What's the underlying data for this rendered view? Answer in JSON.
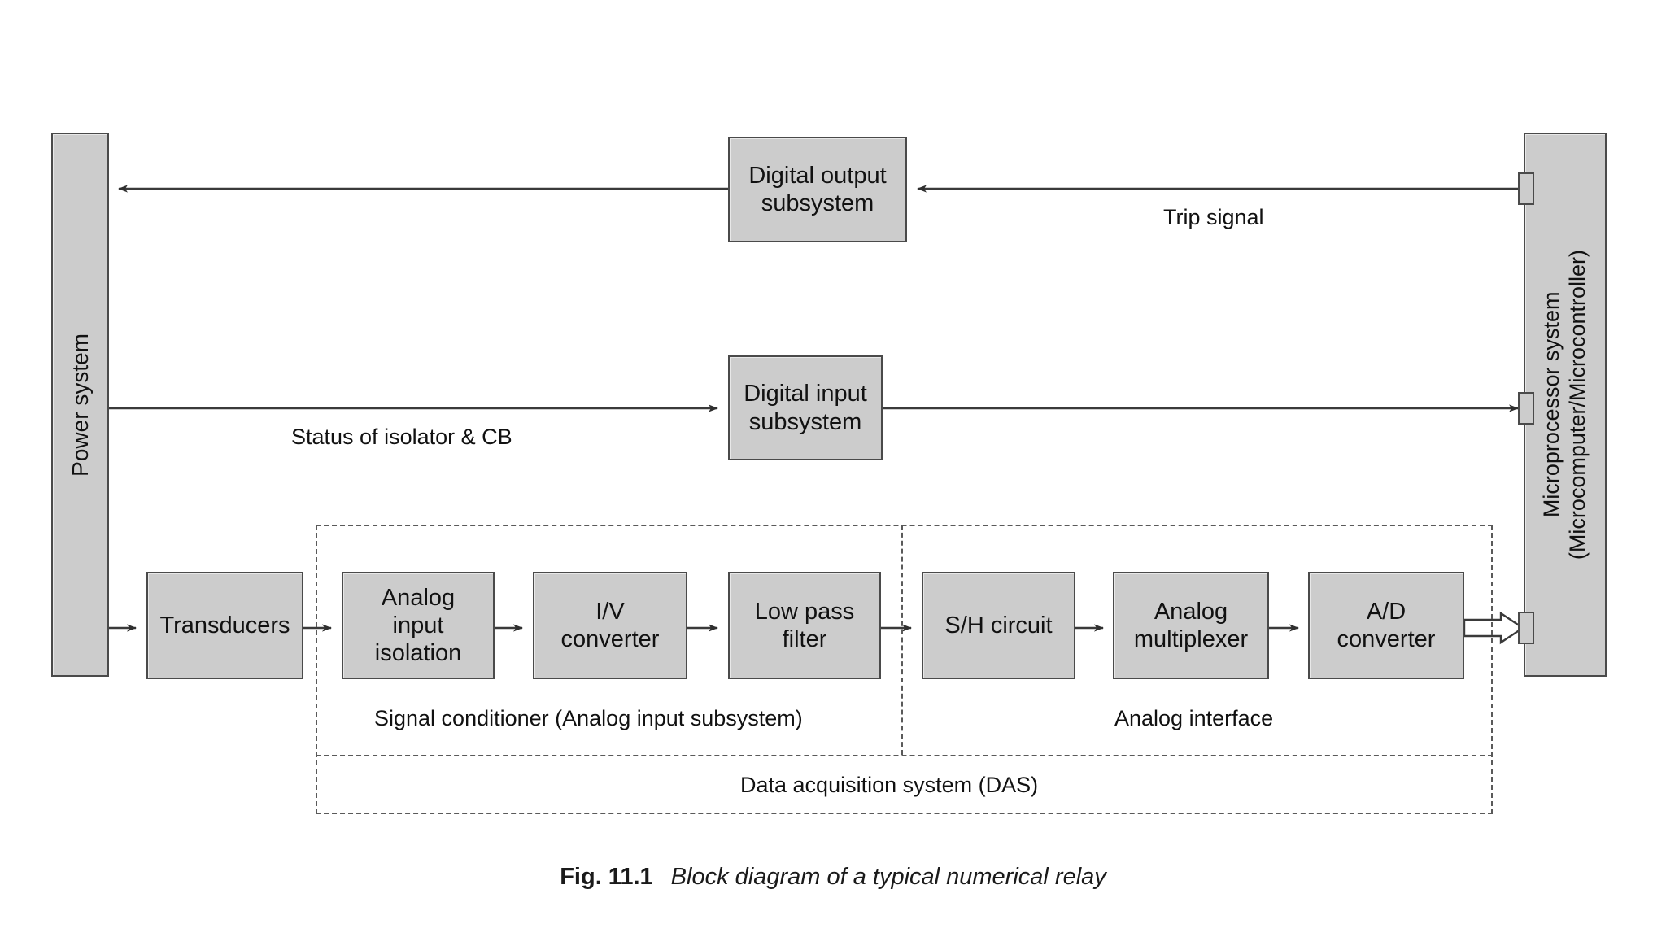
{
  "figure": {
    "number": "Fig. 11.1",
    "caption": "Block diagram of a typical numerical relay"
  },
  "colors": {
    "block_fill": "#cccccc",
    "block_border": "#4a4a4a",
    "line": "#3a3a3a",
    "dashed": "#5a5a5a",
    "background": "#ffffff"
  },
  "blocks": {
    "power_system": "Power system",
    "microprocessor": "Microprocessor system\n(Microcomputer/Microcontroller)",
    "digital_output": "Digital output\nsubsystem",
    "digital_input": "Digital input\nsubsystem",
    "transducers": "Transducers",
    "analog_input_isolation": "Analog\ninput\nisolation",
    "iv_converter": "I/V\nconverter",
    "low_pass_filter": "Low pass\nfilter",
    "sh_circuit": "S/H circuit",
    "analog_multiplexer": "Analog\nmultiplexer",
    "ad_converter": "A/D\nconverter"
  },
  "edge_labels": {
    "trip_signal": "Trip signal",
    "status_isolator_cb": "Status of isolator & CB"
  },
  "groups": {
    "signal_conditioner": "Signal conditioner (Analog input subsystem)",
    "analog_interface": "Analog interface",
    "das": "Data acquisition system (DAS)"
  }
}
